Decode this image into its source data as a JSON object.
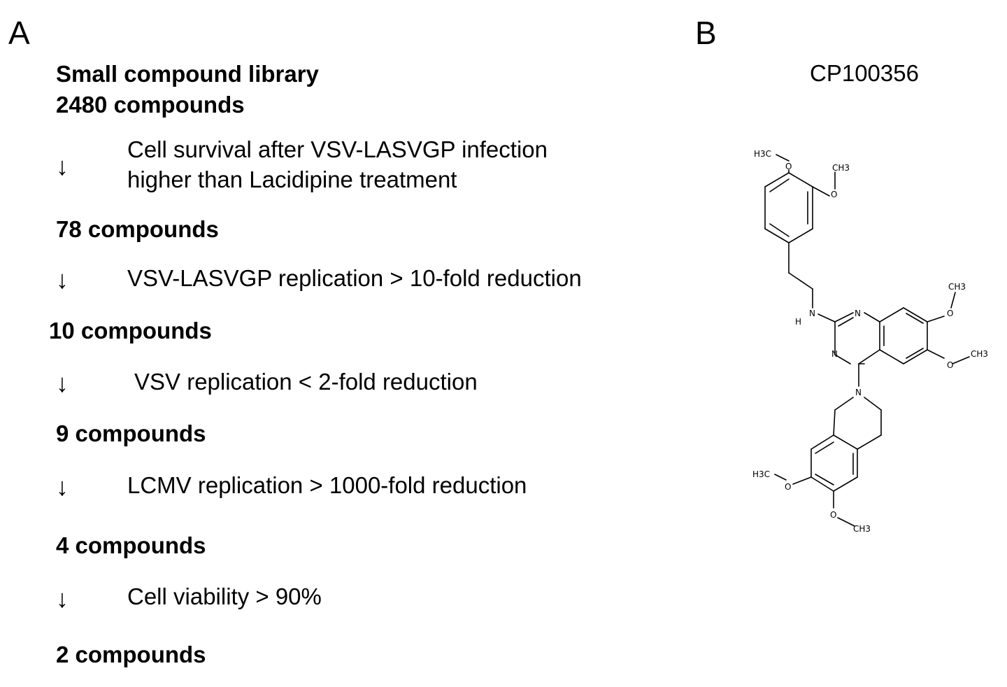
{
  "panel_a": {
    "letter": "A",
    "start_line1": "Small compound library",
    "start_line2": "2480 compounds",
    "steps": [
      {
        "arrow": "↓",
        "criterion_line1": "Cell survival after VSV-LASVGP infection",
        "criterion_line2": "higher than Lacidipine treatment",
        "result": "78 compounds"
      },
      {
        "arrow": "↓",
        "criterion_line1": "VSV-LASVGP replication > 10-fold reduction",
        "result": "10 compounds"
      },
      {
        "arrow": "↓",
        "criterion_line1": "VSV replication < 2-fold reduction",
        "result": "9 compounds"
      },
      {
        "arrow": "↓",
        "criterion_line1": "LCMV replication > 1000-fold reduction",
        "result": "4 compounds"
      },
      {
        "arrow": "↓",
        "criterion_line1": "Cell viability > 90%",
        "result": "2 compounds"
      }
    ]
  },
  "panel_b": {
    "letter": "B",
    "compound_name": "CP100356",
    "atom_labels": {
      "h3c_top": "H3C",
      "ch3_top": "CH3",
      "o": "O",
      "n": "N",
      "h": "H",
      "ch3_right_top": "CH3",
      "ch3_right": "CH3",
      "h3c_bottom": "H3C",
      "ch3_bottom": "CH3"
    }
  }
}
